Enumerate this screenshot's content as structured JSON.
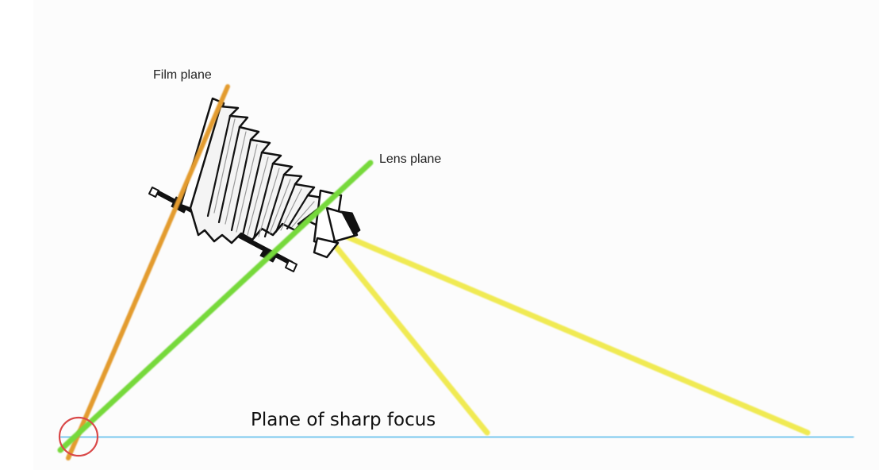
{
  "labels": {
    "film_plane": "Film plane",
    "lens_plane": "Lens plane",
    "focus_plane": "Plane of sharp focus"
  },
  "colors": {
    "film_plane": "#e39b2e",
    "lens_plane": "#76d93b",
    "focus_plane": "#7ac8ee",
    "light_rays": "#f0ea52",
    "intersection_marker": "#d94848"
  },
  "icons": {
    "camera": "view-camera-icon",
    "intersection": "intersection-circle-icon"
  }
}
